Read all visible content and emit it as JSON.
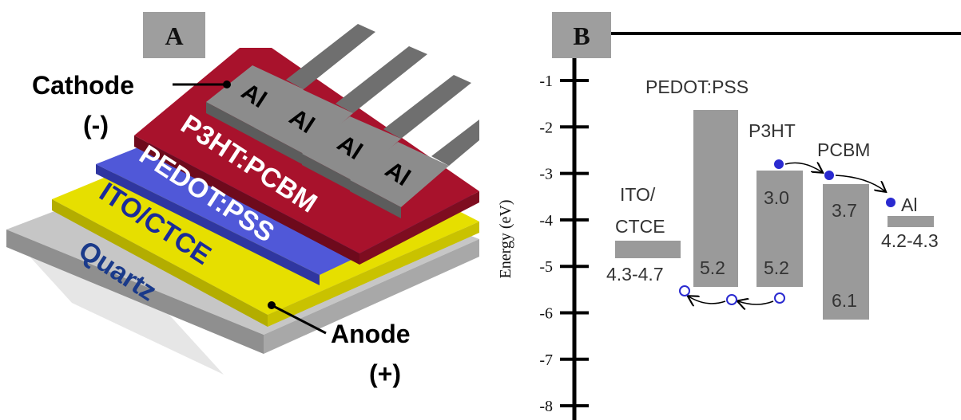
{
  "panel_a": {
    "label": "A",
    "cathode_label": "Cathode",
    "cathode_sign": "(-)",
    "anode_label": "Anode",
    "anode_sign": "(+)",
    "layers": {
      "active": "P3HT:PCBM",
      "htl": "PEDOT:PSS",
      "electrode": "ITO/CTCE",
      "substrate": "Quartz"
    },
    "electrode_labels": [
      "Al",
      "Al",
      "Al",
      "Al"
    ],
    "colors": {
      "active": "#a8122c",
      "htl": "#4a52c8",
      "electrode": "#e8e000",
      "substrate": "#bdbdbd",
      "aluminum": "#8c8c8c"
    }
  },
  "panel_b": {
    "label": "B",
    "axis_label": "Energy (eV)",
    "ticks": [
      "-1",
      "-2",
      "-3",
      "-4",
      "-5",
      "-6",
      "-7",
      "-8"
    ],
    "materials": {
      "pedot_name": "PEDOT:PSS",
      "pedot_value": "5.2",
      "ito_name_line1": "ITO/",
      "ito_name_line2": "CTCE",
      "ito_value": "4.3-4.7",
      "p3ht_name": "P3HT",
      "p3ht_lumo": "3.0",
      "p3ht_homo": "5.2",
      "pcbm_name": "PCBM",
      "pcbm_lumo": "3.7",
      "pcbm_homo": "6.1",
      "al_name": "Al",
      "al_value": "4.2-4.3"
    },
    "colors": {
      "bar": "#9a9a9a",
      "electron": "#2a2ad0"
    }
  }
}
